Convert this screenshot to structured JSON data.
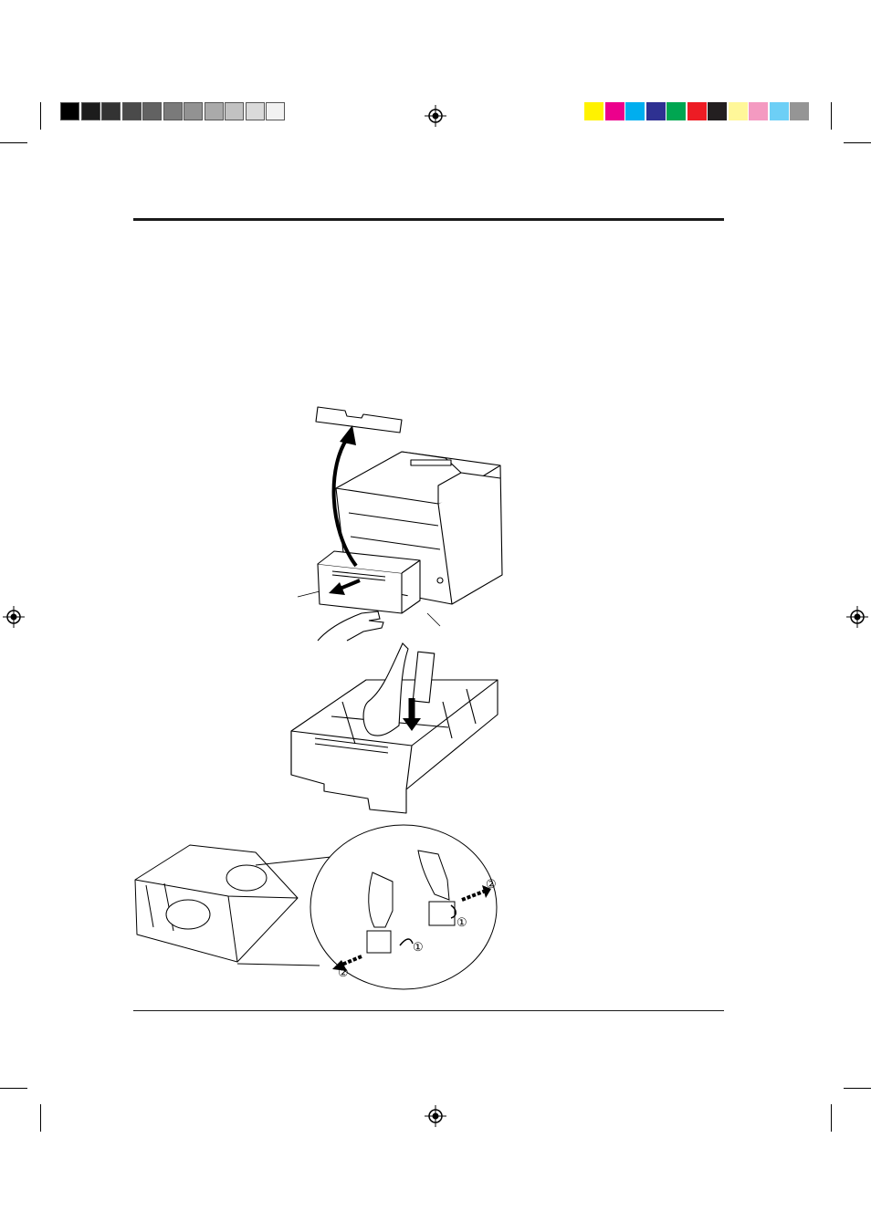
{
  "registration": {
    "gray_bar": [
      "#000000",
      "#1c1c1c",
      "#333333",
      "#4a4a4a",
      "#626262",
      "#7a7a7a",
      "#929292",
      "#aaaaaa",
      "#c2c2c2",
      "#dadada",
      "#f2f2f2"
    ],
    "color_bar": [
      "#fff200",
      "#ec008c",
      "#00aeef",
      "#2e3192",
      "#00a651",
      "#ed1c24",
      "#231f20",
      "#fff799",
      "#f49ac1",
      "#6dcff6",
      "#959595"
    ]
  },
  "illustrations": {
    "step_badges": [
      "①",
      "②",
      "①",
      "②"
    ]
  },
  "icons": [
    "registration-mark-icon"
  ]
}
